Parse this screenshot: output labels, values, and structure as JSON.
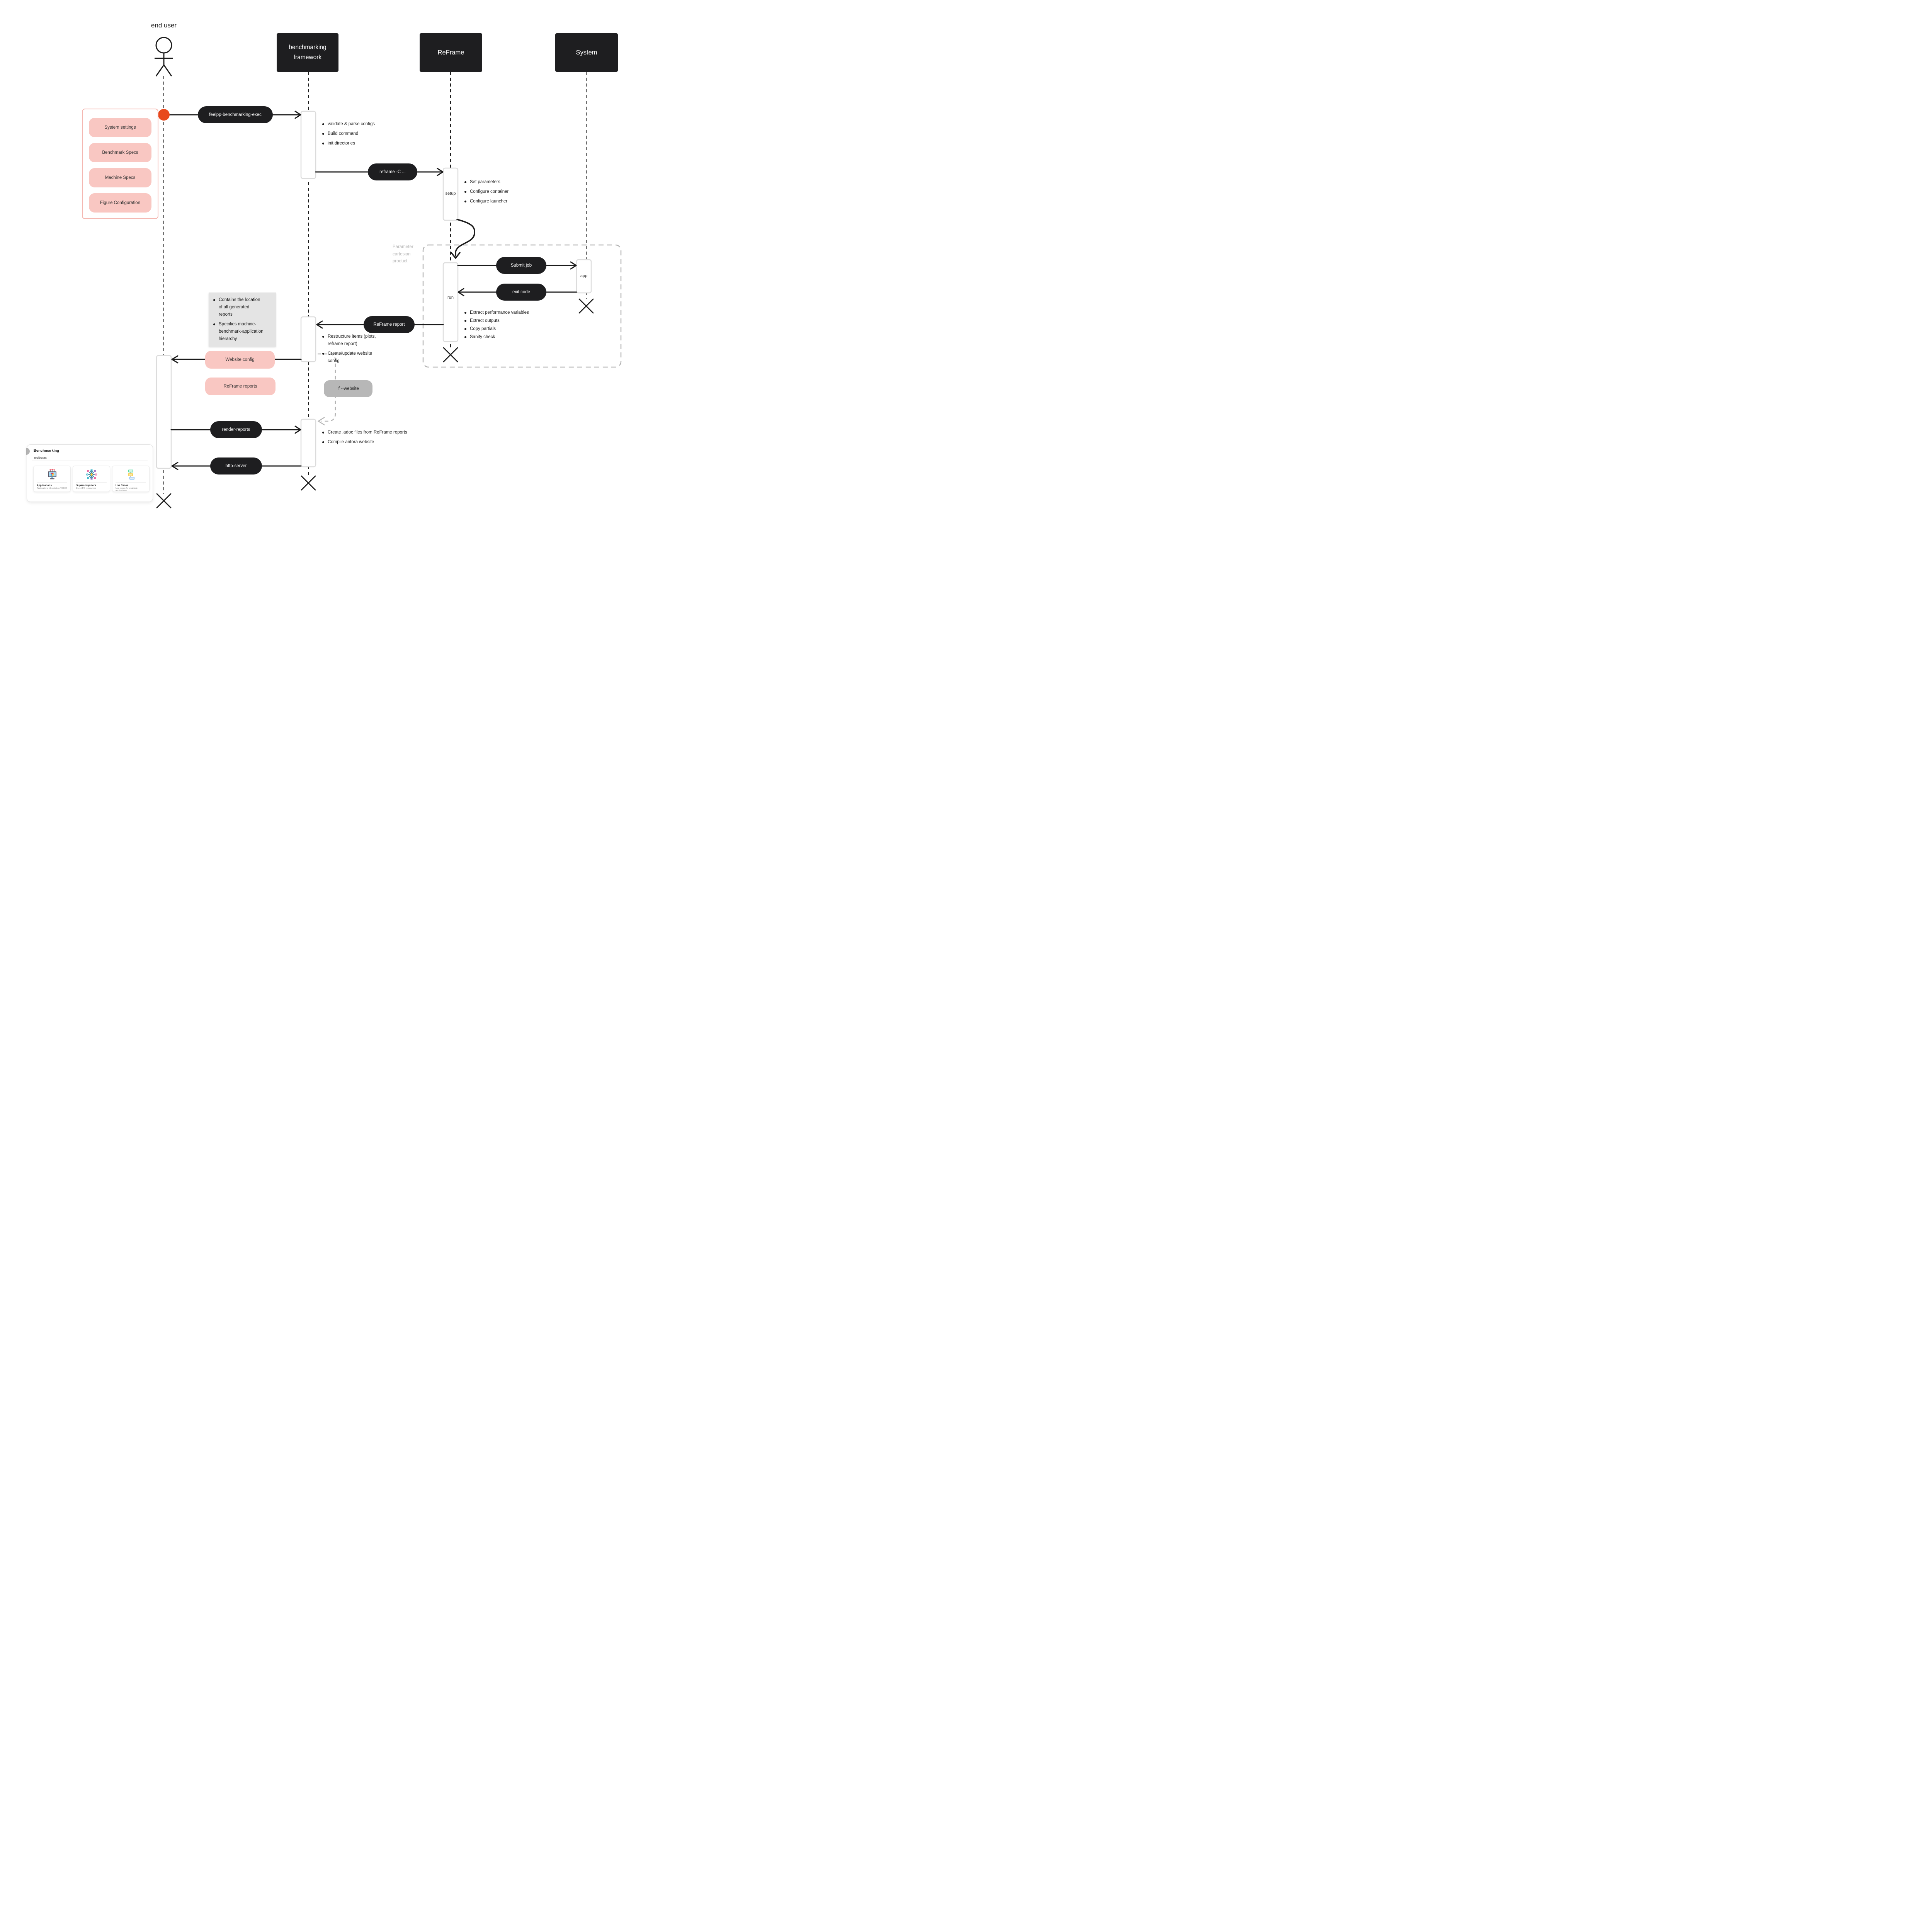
{
  "diagram": {
    "title_actor": "end user",
    "actors": {
      "end_user": "end user",
      "framework": "benchmarking framework",
      "reframe": "ReFrame",
      "system": "System"
    },
    "config_inputs": [
      "System settings",
      "Benchmark Specs",
      "Machine Specs",
      "Figure Configuration"
    ],
    "messages": {
      "exec": "feelpp-benchmarking-exec",
      "reframe_cmd": "reframe -C ...",
      "submit_job": "Submit job",
      "exit_code": "exit code",
      "reframe_report": "ReFrame report",
      "website_config": "Website config",
      "reframe_reports": "ReFrame reports",
      "if_website": "if --website",
      "render_reports": "render-reports",
      "http_server": "http-server"
    },
    "activations": {
      "setup": "setup",
      "run": "run",
      "app": "app"
    },
    "loop_label_lines": {
      "l1": "Parameter",
      "l2": "cartesian",
      "l3": "product"
    },
    "notes": {
      "framework_init": [
        "validate & parse configs",
        "Build command",
        "init directories"
      ],
      "setup_steps": [
        "Set parameters",
        "Configure container",
        "Configure launcher"
      ],
      "run_steps": [
        "Extract performance variables",
        "Extract outputs",
        "Copy partials",
        "Sanity check"
      ],
      "report_steps": [
        "Restructure items (plots, reframe report)",
        "Create/update website config"
      ],
      "render_steps": [
        "Create .adoc files from ReFrame reports",
        "Compile antora website"
      ],
      "website_note": [
        "Contains the location of all generated reports",
        "Specifies machine-benchmark-application hierarchy"
      ]
    },
    "card": {
      "title": "Benchmarking",
      "subtitle": "Toolboxes",
      "items": [
        {
          "label": "Applications",
          "description": "Applications [description TODO]",
          "icon": "monitor-cube-icon"
        },
        {
          "label": "Supercomputers",
          "description": "EuroHPC ressources",
          "icon": "circuit-icon"
        },
        {
          "label": "Use Cases",
          "description": "Use cases for available applications",
          "icon": "flowchart-icon"
        }
      ]
    },
    "colors": {
      "dark": "#1e1e20",
      "pink_fill": "#f9c7c2",
      "pink_border": "#f4b7b1",
      "note_gray": "#e4e4e4",
      "pill_gray": "#b7b7b7",
      "dashed_gray": "#b4b4b4",
      "accent_dot": "#e8491d"
    }
  }
}
